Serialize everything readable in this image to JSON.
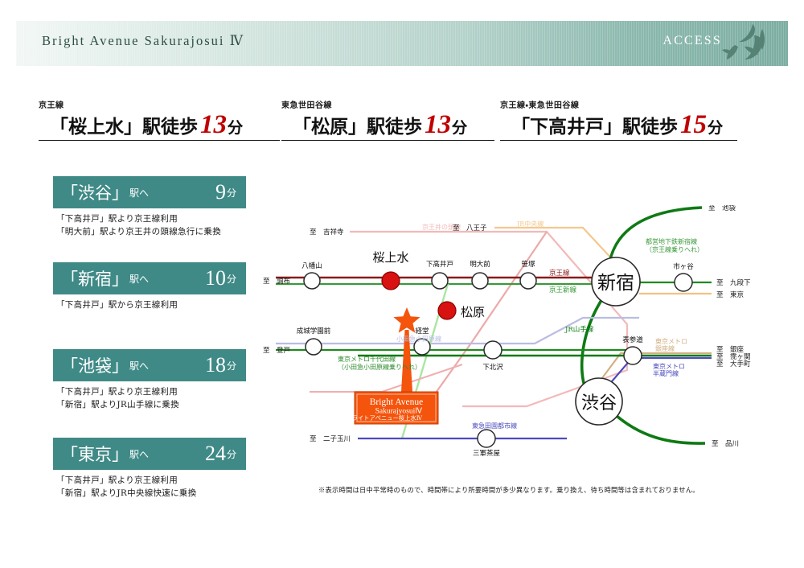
{
  "header": {
    "title": "Bright Avenue Sakurajosui Ⅳ",
    "section": "ACCESS"
  },
  "walk_headings": [
    {
      "line": "京王線",
      "station": "「桜上水」駅徒歩",
      "minutes": "13",
      "unit": "分"
    },
    {
      "line": "東急世田谷線",
      "station": "「松原」駅徒歩",
      "minutes": "13",
      "unit": "分"
    },
    {
      "line": "京王線・東急世田谷線",
      "station": "「下高井戸」駅徒歩",
      "minutes": "15",
      "unit": "分"
    }
  ],
  "destinations": [
    {
      "name": "「渋谷」",
      "suffix": "駅へ",
      "minutes": "9",
      "unit": "分",
      "notes": [
        "「下高井戸」駅より京王線利用",
        "「明大前」駅より京王井の頭線急行に乗換"
      ]
    },
    {
      "name": "「新宿」",
      "suffix": "駅へ",
      "minutes": "10",
      "unit": "分",
      "notes": [
        "「下高井戸」駅から京王線利用"
      ]
    },
    {
      "name": "「池袋」",
      "suffix": "駅へ",
      "minutes": "18",
      "unit": "分",
      "notes": [
        "「下高井戸」駅より京王線利用",
        "「新宿」駅よりJR山手線に乗換"
      ]
    },
    {
      "name": "「東京」",
      "suffix": "駅へ",
      "minutes": "24",
      "unit": "分",
      "notes": [
        "「下高井戸」駅より京王線利用",
        "「新宿」駅よりJR中央線快速に乗換"
      ]
    }
  ],
  "map": {
    "property_marker": {
      "title_en_1": "Bright  Avenue",
      "title_en_2": "SakurajyosuiⅣ",
      "title_ja": "ブライトアベニュー桜上水Ⅳ"
    },
    "hubs": [
      {
        "name": "新宿"
      },
      {
        "name": "渋谷"
      }
    ],
    "highlight_stations": [
      {
        "name": "桜上水"
      },
      {
        "name": "松原"
      }
    ],
    "stations": [
      "八幡山",
      "下高井戸",
      "明大前",
      "笹塚",
      "成城学園前",
      "経堂",
      "下北沢",
      "三軍茶屋",
      "市ヶ谷",
      "表参道"
    ],
    "line_labels": [
      {
        "text": "京王井の頭線",
        "color": "#f0b8b8"
      },
      {
        "text": "京王線",
        "color": "#8b1a1a"
      },
      {
        "text": "京王新線",
        "color": "#3a9a3a"
      },
      {
        "text": "JR中央線",
        "color": "#f0c080"
      },
      {
        "text": "都営地下鉄新宿線\n（京王線乗りへれ）",
        "color": "#3a9a3a"
      },
      {
        "text": "JR山手線",
        "color": "#0a7a0a"
      },
      {
        "text": "小田急小田原線",
        "color": "#b8bce0"
      },
      {
        "text": "東京メトロ千代田線\n（小田急小田原線乗りへれ）",
        "color": "#2e8b2e"
      },
      {
        "text": "東京メトロ\n銀座線",
        "color": "#d4b483"
      },
      {
        "text": "東京メトロ\n半蔵門線",
        "color": "#5a5ac8"
      },
      {
        "text": "東急田園都市線",
        "color": "#5a5ac8"
      }
    ],
    "terminals": [
      {
        "text": "至　吉祥寺",
        "color": "#f0b8b8"
      },
      {
        "text": "至　八王子",
        "color": "#f0c080"
      },
      {
        "text": "至　調布",
        "color": "#1a1a1a"
      },
      {
        "text": "至　登戸",
        "color": "#1a1a1a"
      },
      {
        "text": "至　二子玉川",
        "color": "#1a1a1a"
      },
      {
        "text": "至　池袋",
        "color": "#1a1a1a"
      },
      {
        "text": "至　九段下",
        "color": "#1a1a1a"
      },
      {
        "text": "至　東京",
        "color": "#1a1a1a"
      },
      {
        "text": "至　銀座",
        "color": "#1a1a1a"
      },
      {
        "text": "至　霃ヶ関",
        "color": "#1a1a1a"
      },
      {
        "text": "至　大手町",
        "color": "#1a1a1a"
      },
      {
        "text": "至　品川",
        "color": "#1a1a1a"
      }
    ]
  },
  "footnote": "※表示時間は日中平常時のもので、時間帯により所要時間が多少異なります。乗り換え、待ち時間等は含まれておりません。",
  "colors": {
    "header_dark": "#7cada1",
    "box_teal": "#3f8a86",
    "accent_red": "#c00000",
    "marker_orange": "#f4540c"
  }
}
